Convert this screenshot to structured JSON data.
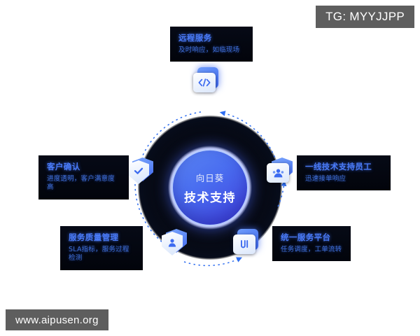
{
  "watermarks": {
    "telegram_tag": "TG: MYYJJPP",
    "site_url": "www.aipusen.org"
  },
  "diagram": {
    "type": "circular-flow",
    "center": {
      "brand": "向日葵",
      "title": "技术支持"
    },
    "nodes": [
      {
        "id": "remote-service",
        "position": "top",
        "icon": "code-window-icon",
        "title": "远程服务",
        "subtitle": "及时响应，如临现场"
      },
      {
        "id": "frontline-staff",
        "position": "right",
        "icon": "user-group-icon",
        "title": "一线技术支持员工",
        "subtitle": "迅速接单响应"
      },
      {
        "id": "unified-platform",
        "position": "bottom-right",
        "icon": "task-card-icon",
        "title": "统一服务平台",
        "subtitle": "任务调度，工单流转"
      },
      {
        "id": "service-quality",
        "position": "bottom-left",
        "icon": "shield-user-icon",
        "title": "服务质量管理",
        "subtitle": "SLA指标，服务过程检测"
      },
      {
        "id": "customer-confirm",
        "position": "left",
        "icon": "check-card-icon",
        "title": "客户确认",
        "subtitle": "进度透明，客户满意度高"
      }
    ],
    "colors": {
      "accent_blue": "#4a7bf7",
      "sub_blue": "#3f6fd8",
      "center_gradient_from": "#5b86f2",
      "center_gradient_to": "#4040dd",
      "ring_dark": "#070a14",
      "watermark_gray": "#5e5e5e",
      "page_background": "#ffffff"
    }
  }
}
